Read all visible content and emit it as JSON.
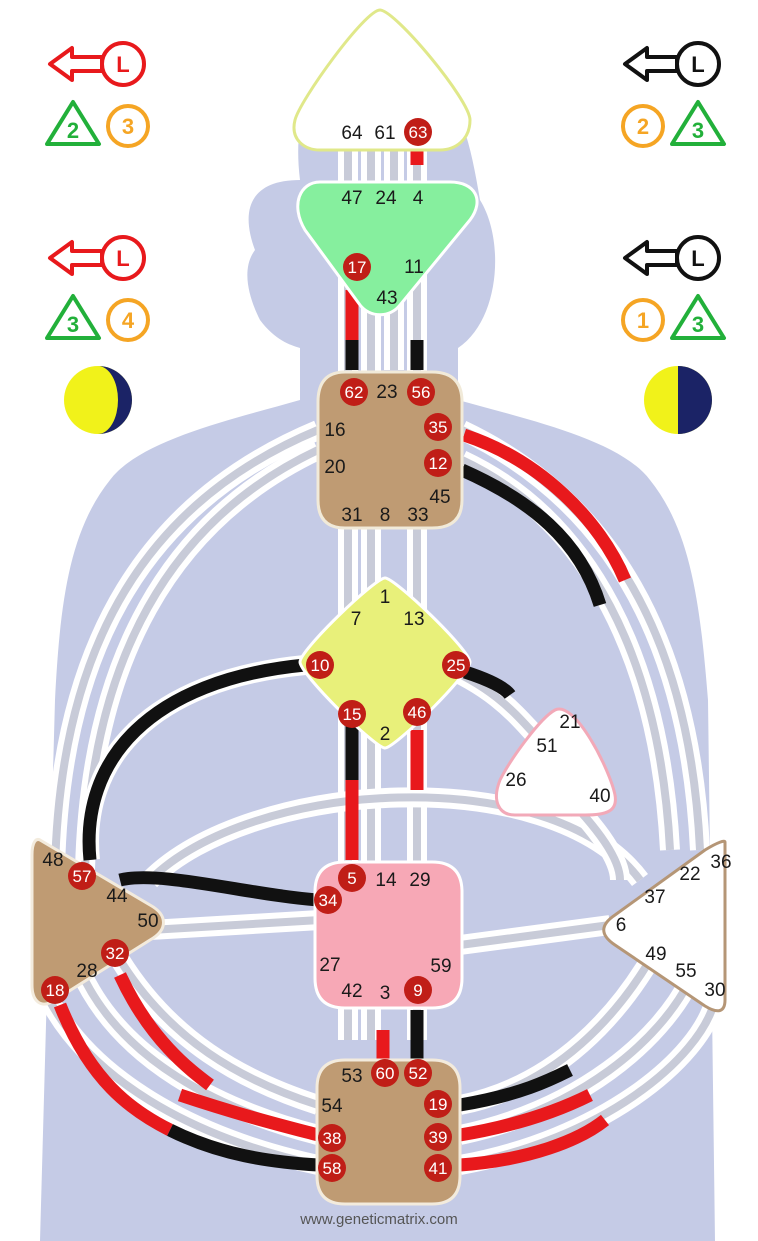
{
  "credit": "www.geneticmatrix.com",
  "colors": {
    "silhouette": "#c5cbe6",
    "channel_bg": "#ffffff",
    "channel_open": "#c8cbd8",
    "design": "#e8191c",
    "personality": "#111111",
    "activation_circle": "#c01e17",
    "head": "#ffffff",
    "ajna": "#86ef9e",
    "throat": "#bf9b73",
    "g_center": "#e8f07a",
    "ego": "#ffffff",
    "sacral": "#f7a8b6",
    "spleen": "#bf9b73",
    "solar_plexus": "#ffffff",
    "root": "#bf9b73"
  },
  "variables": {
    "left": [
      {
        "arrow": "L",
        "color": "#e8191c",
        "tri": "2",
        "circle": "3"
      },
      {
        "arrow": "L",
        "color": "#e8191c",
        "tri": "3",
        "circle": "4"
      }
    ],
    "right": [
      {
        "arrow": "L",
        "color": "#111111",
        "circle": "2",
        "tri": "3"
      },
      {
        "arrow": "L",
        "color": "#111111",
        "circle": "1",
        "tri": "3"
      }
    ],
    "moon_left": "waning",
    "moon_right": "half"
  },
  "gates": [
    {
      "n": "64",
      "active": false
    },
    {
      "n": "61",
      "active": false
    },
    {
      "n": "63",
      "active": true
    },
    {
      "n": "47",
      "active": false
    },
    {
      "n": "24",
      "active": false
    },
    {
      "n": "4",
      "active": false
    },
    {
      "n": "17",
      "active": true
    },
    {
      "n": "11",
      "active": false
    },
    {
      "n": "43",
      "active": false
    },
    {
      "n": "62",
      "active": true
    },
    {
      "n": "23",
      "active": false
    },
    {
      "n": "56",
      "active": true
    },
    {
      "n": "16",
      "active": false
    },
    {
      "n": "35",
      "active": true
    },
    {
      "n": "20",
      "active": false
    },
    {
      "n": "12",
      "active": true
    },
    {
      "n": "45",
      "active": false
    },
    {
      "n": "31",
      "active": false
    },
    {
      "n": "8",
      "active": false
    },
    {
      "n": "33",
      "active": false
    },
    {
      "n": "1",
      "active": false
    },
    {
      "n": "7",
      "active": false
    },
    {
      "n": "13",
      "active": false
    },
    {
      "n": "10",
      "active": true
    },
    {
      "n": "25",
      "active": true
    },
    {
      "n": "15",
      "active": true
    },
    {
      "n": "46",
      "active": true
    },
    {
      "n": "2",
      "active": false
    },
    {
      "n": "21",
      "active": false
    },
    {
      "n": "51",
      "active": false
    },
    {
      "n": "26",
      "active": false
    },
    {
      "n": "40",
      "active": false
    },
    {
      "n": "48",
      "active": false
    },
    {
      "n": "57",
      "active": true
    },
    {
      "n": "44",
      "active": false
    },
    {
      "n": "50",
      "active": false
    },
    {
      "n": "32",
      "active": true
    },
    {
      "n": "28",
      "active": false
    },
    {
      "n": "18",
      "active": true
    },
    {
      "n": "5",
      "active": true
    },
    {
      "n": "14",
      "active": false
    },
    {
      "n": "29",
      "active": false
    },
    {
      "n": "34",
      "active": true
    },
    {
      "n": "27",
      "active": false
    },
    {
      "n": "59",
      "active": false
    },
    {
      "n": "42",
      "active": false
    },
    {
      "n": "3",
      "active": false
    },
    {
      "n": "9",
      "active": true
    },
    {
      "n": "22",
      "active": false
    },
    {
      "n": "36",
      "active": false
    },
    {
      "n": "37",
      "active": false
    },
    {
      "n": "6",
      "active": false
    },
    {
      "n": "49",
      "active": false
    },
    {
      "n": "55",
      "active": false
    },
    {
      "n": "30",
      "active": false
    },
    {
      "n": "53",
      "active": false
    },
    {
      "n": "60",
      "active": true
    },
    {
      "n": "52",
      "active": true
    },
    {
      "n": "54",
      "active": false
    },
    {
      "n": "19",
      "active": true
    },
    {
      "n": "38",
      "active": true
    },
    {
      "n": "39",
      "active": true
    },
    {
      "n": "58",
      "active": true
    },
    {
      "n": "41",
      "active": true
    }
  ]
}
